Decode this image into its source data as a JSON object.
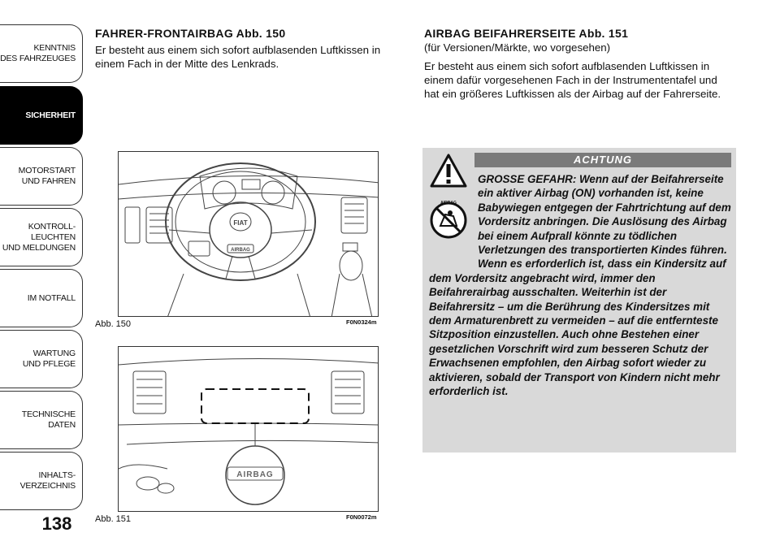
{
  "sidebar": {
    "tabs": [
      {
        "label": "KENNTNIS\nDES FAHRZEUGES",
        "active": false
      },
      {
        "label": "SICHERHEIT",
        "active": true
      },
      {
        "label": "MOTORSTART\nUND FAHREN",
        "active": false
      },
      {
        "label": "KONTROLL-\nLEUCHTEN\nUND MELDUNGEN",
        "active": false
      },
      {
        "label": "IM NOTFALL",
        "active": false
      },
      {
        "label": "WARTUNG\nUND PFLEGE",
        "active": false
      },
      {
        "label": "TECHNISCHE\nDATEN",
        "active": false
      },
      {
        "label": "INHALTS-\nVERZEICHNIS",
        "active": false
      }
    ]
  },
  "page_number": "138",
  "left": {
    "heading": "FAHRER-FRONTAIRBAG Abb. 150",
    "body": "Er besteht aus einem sich sofort aufblasenden Luftkissen in einem Fach in der Mitte des Lenkrads."
  },
  "right": {
    "heading": "AIRBAG BEIFAHRERSEITE Abb. 151",
    "subheading": "(für Versionen/Märkte, wo vorgesehen)",
    "body": "Er besteht aus einem sich sofort aufblasenden Luftkissen in einem dafür vorgesehenen Fach in der Instrumententafel und hat ein größeres Luftkissen als der Airbag auf der Fahrerseite."
  },
  "figures": {
    "fig150": {
      "caption": "Abb. 150",
      "code": "F0N0324m",
      "horn_label": "FIAT",
      "badge_label": "AIRBAG"
    },
    "fig151": {
      "caption": "Abb. 151",
      "code": "F0N0072m",
      "zoom_label": "AIRBAG"
    }
  },
  "warning": {
    "heading": "ACHTUNG",
    "icon_label": "AIRBAG",
    "text": "GROSSE GEFAHR: Wenn auf der Beifahrerseite ein aktiver Airbag (ON) vorhanden ist, keine Babywiegen entgegen der Fahrtrichtung auf dem Vordersitz anbringen. Die Auslösung des Airbag bei einem Aufprall könnte zu tödlichen Verletzungen des transportierten Kindes führen. Wenn es erforderlich ist, dass ein Kindersitz auf dem Vordersitz angebracht wird, immer den Beifahrerairbag ausschalten. Weiterhin ist der Beifahrersitz – um die Berührung des Kindersitzes mit dem Armaturenbrett zu vermeiden – auf die entfernteste Sitzposition einzustellen. Auch ohne Bestehen einer gesetzlichen Vorschrift wird zum besseren Schutz der Erwachsenen empfohlen, den Airbag sofort wieder zu aktivieren, sobald der Transport von Kindern nicht mehr erforderlich ist."
  }
}
